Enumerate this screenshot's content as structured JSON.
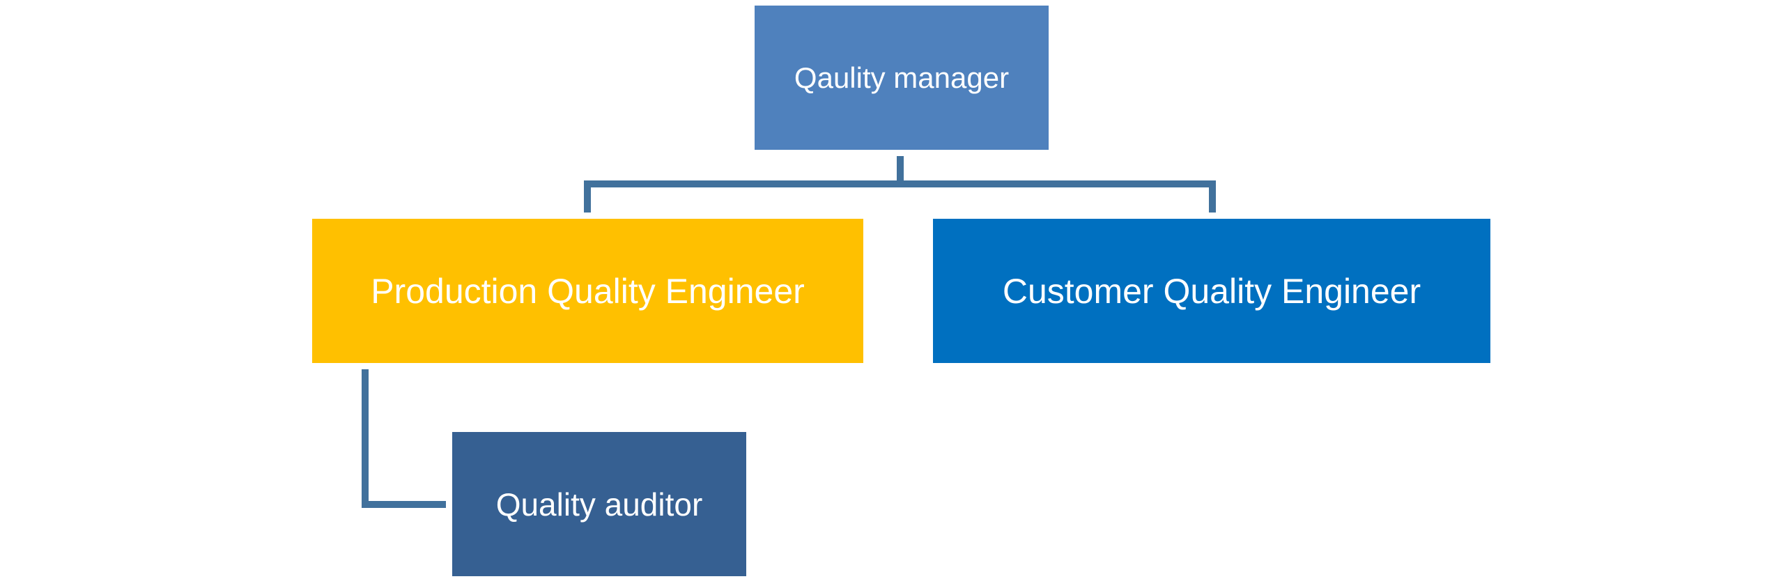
{
  "diagram": {
    "type": "org-chart",
    "nodes": [
      {
        "id": "manager",
        "label": "Qaulity manager",
        "color": "#4f81bd"
      },
      {
        "id": "production",
        "label": "Production Quality Engineer",
        "color": "#ffc000"
      },
      {
        "id": "customer",
        "label": "Customer Quality Engineer",
        "color": "#0070c0"
      },
      {
        "id": "auditor",
        "label": "Quality auditor",
        "color": "#366092"
      }
    ],
    "edges": [
      {
        "from": "manager",
        "to": "production"
      },
      {
        "from": "manager",
        "to": "customer"
      },
      {
        "from": "production",
        "to": "auditor"
      }
    ],
    "connector_color": "#41719c"
  }
}
